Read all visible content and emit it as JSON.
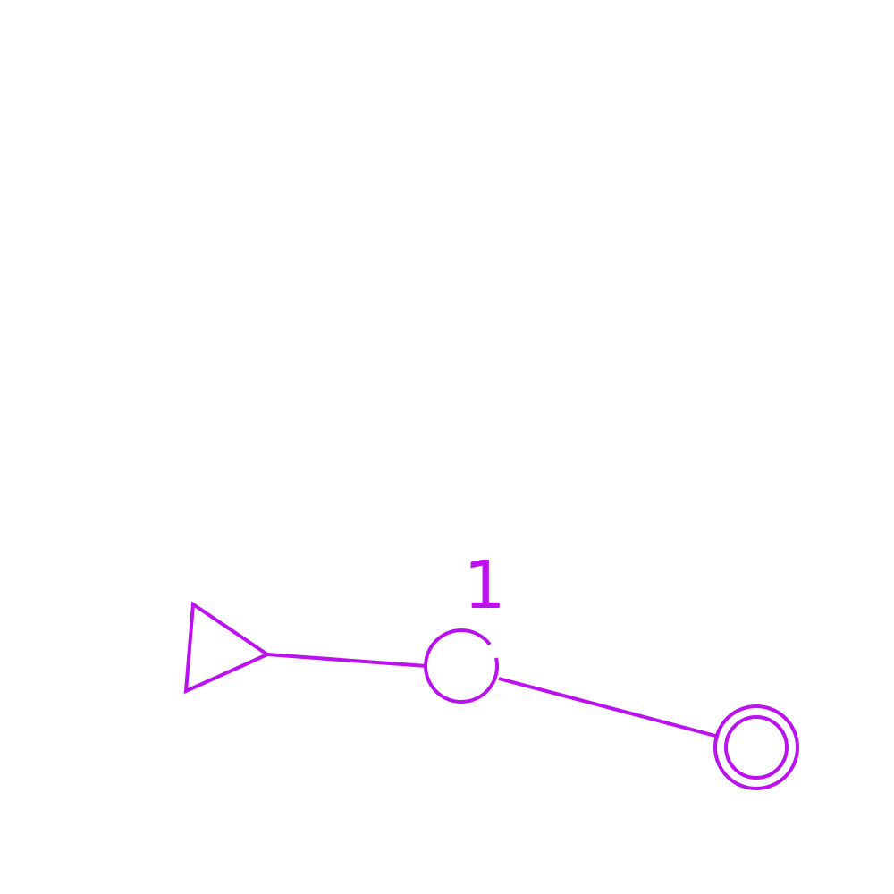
{
  "diagram": {
    "stroke_color": "#bb11ee",
    "background_color": "#ffffff",
    "nodes": [
      {
        "id": "start",
        "shape": "triangle-icon"
      },
      {
        "id": "state-1",
        "shape": "circle-icon",
        "label": "1"
      },
      {
        "id": "accept",
        "shape": "double-circle-icon"
      }
    ],
    "edges": [
      {
        "from": "start",
        "to": "state-1"
      },
      {
        "from": "state-1",
        "to": "accept"
      }
    ]
  }
}
